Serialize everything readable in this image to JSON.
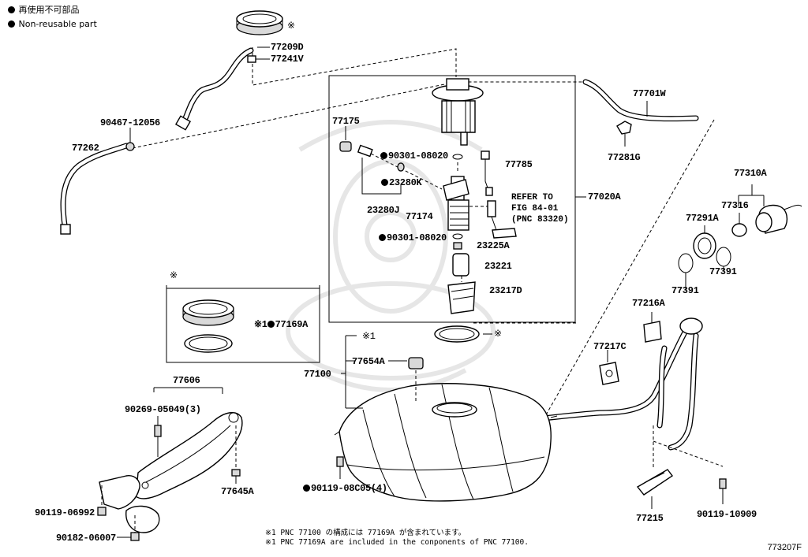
{
  "legend": {
    "line1": "再使用不可部品",
    "line2": "Non-reusable part"
  },
  "parts": {
    "p77209D": "77209D",
    "p77241V": "77241V",
    "p90467": "90467-12056",
    "p77262": "77262",
    "p77175": "77175",
    "p90301a": "90301-08020",
    "p77785": "77785",
    "p23280K": "23280K",
    "p23280J": "23280J",
    "p77174": "77174",
    "p90301b": "90301-08020",
    "p23225A": "23225A",
    "p23221": "23221",
    "p23217D": "23217D",
    "p77020A": "77020A",
    "p77701W": "77701W",
    "p77281G": "77281G",
    "p77310A": "77310A",
    "p77316": "77316",
    "p77291A": "77291A",
    "p77391a": "77391",
    "p77391b": "77391",
    "p77169A": "77169A",
    "p77100": "77100",
    "p77654A": "77654A",
    "p77216A": "77216A",
    "p77217C": "77217C",
    "p77606": "77606",
    "p90269": "90269-05049(3)",
    "p77645A": "77645A",
    "p90119a": "90119-08C05(4)",
    "p90119b": "90119-06992",
    "p90182": "90182-06007",
    "p77215": "77215",
    "p90119c": "90119-10909"
  },
  "marks": {
    "asterisk": "※",
    "asterisk1": "※1"
  },
  "refer": {
    "line1": "REFER TO",
    "line2": "FIG 84-01",
    "line3": "(PNC 83320)"
  },
  "footnotes": {
    "jp": "※1 PNC 77100 の構成には 77169A が含まれています。",
    "en": "※1 PNC 77169A are included in the conponents of PNC 77100."
  },
  "figure_number": "773207F",
  "colors": {
    "highlight": "#b9c9f2",
    "line": "#000000",
    "watermark": "#e4e4e4"
  }
}
